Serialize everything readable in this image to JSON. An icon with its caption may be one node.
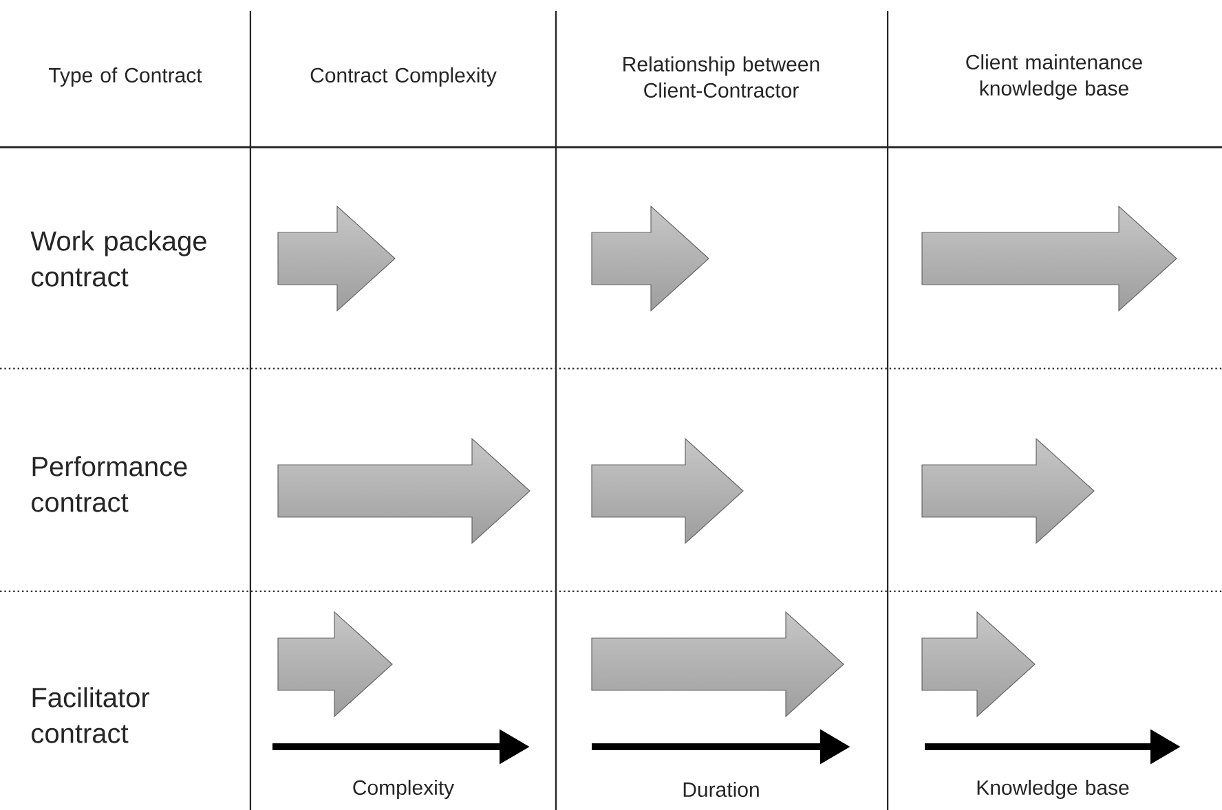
{
  "diagram": {
    "labels": [
      "Type of Contract",
      "Contract Complexity",
      "Relationship between Client-Contractor",
      "Client maintenance knowledge base",
      "Work package contract",
      "Performance contract",
      "Facilitator contract",
      "Complexity",
      "Duration",
      "Knowledge base"
    ]
  }
}
